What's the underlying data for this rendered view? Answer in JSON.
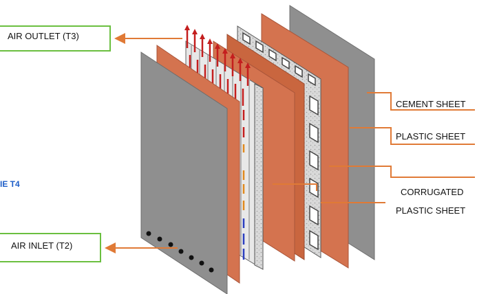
{
  "labels": {
    "air_outlet": "AIR OUTLET (T3)",
    "air_inlet": "AIR INLET (T2)",
    "cement_sheet": "CEMENT SHEET",
    "plastic_sheet": "PLASTIC SHEET",
    "corrugated_line1": "CORRUGATED",
    "corrugated_line2": "PLASTIC SHEET",
    "partial_left": "IE T4"
  },
  "colors": {
    "cement": "#8f8f8f",
    "copper": "#d4734f",
    "callout_line": "#e07a36",
    "box_border": "#6abf3f",
    "arrow_hot": "#c41e1e",
    "arrow_warm": "#e08a1e",
    "arrow_cold": "#2b3fc0",
    "partial_text": "#1f5fc8"
  }
}
